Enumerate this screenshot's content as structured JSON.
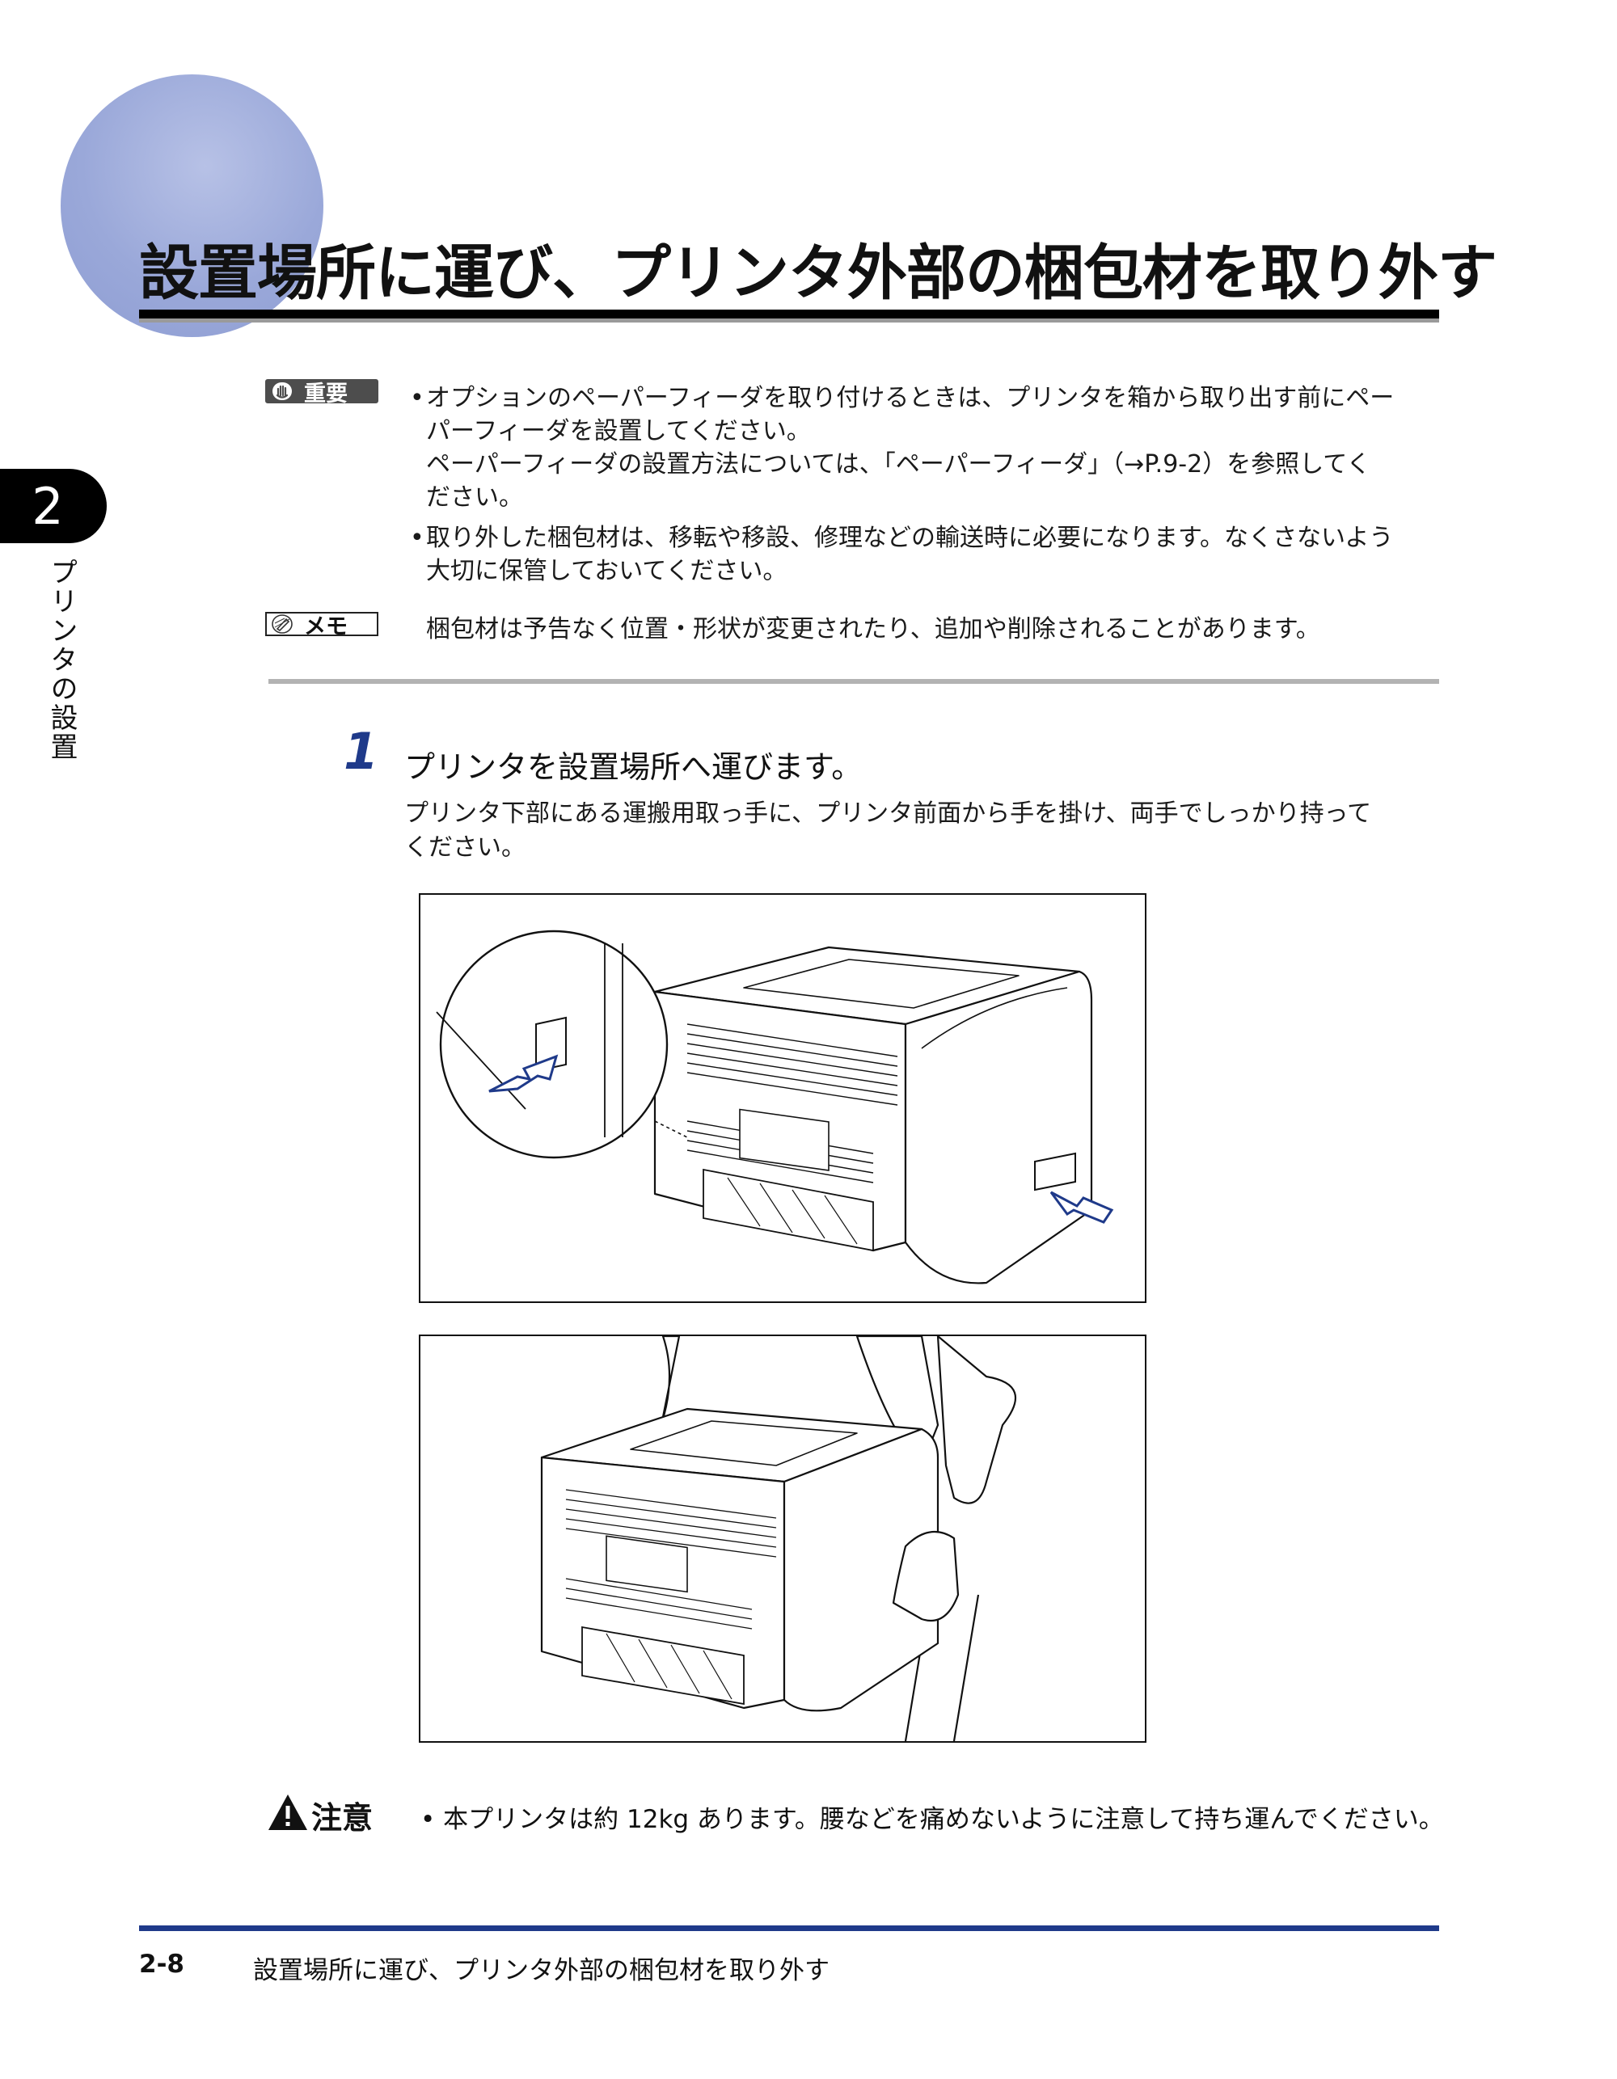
{
  "header": {
    "title": "設置場所に運び、プリンタ外部の梱包材を取り外す"
  },
  "side_tab": {
    "chapter_number": "2",
    "chapter_title": "プリンタの設置"
  },
  "important": {
    "label": "重要",
    "bullets": [
      {
        "lines": [
          "オプションのペーパーフィーダを取り付けるときは、プリンタを箱から取り出す前にペー",
          "パーフィーダを設置してください。",
          "ペーパーフィーダの設置方法については、「ペーパーフィーダ」（→P.9-2）を参照してく",
          "ださい。"
        ]
      },
      {
        "lines": [
          "取り外した梱包材は、移転や移設、修理などの輸送時に必要になります。なくさないよう",
          "大切に保管しておいてください。"
        ]
      }
    ]
  },
  "memo": {
    "label": "メモ",
    "text": "梱包材は予告なく位置・形状が変更されたり、追加や削除されることがあります。"
  },
  "step": {
    "number": "1",
    "title": "プリンタを設置場所へ運びます。",
    "desc_lines": [
      "プリンタ下部にある運搬用取っ手に、プリンタ前面から手を掛け、両手でしっかり持って",
      "ください。"
    ]
  },
  "caution": {
    "label": "注意",
    "text": "• 本プリンタは約 12kg あります。腰などを痛めないように注意して持ち運んでください。"
  },
  "footer": {
    "page_number": "2-8",
    "title": "設置場所に運び、プリンタ外部の梱包材を取り外す"
  },
  "colors": {
    "accent_blue": "#1f3a8a",
    "circle": "#9aa8d9",
    "arrow_outline": "#1f3a8a"
  }
}
